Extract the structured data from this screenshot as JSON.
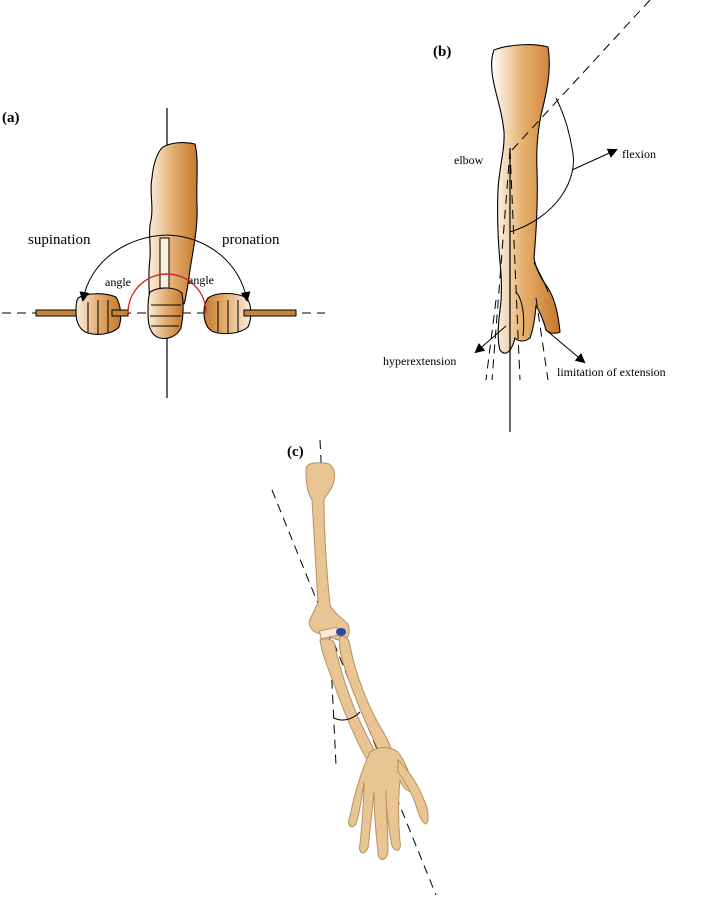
{
  "panels": {
    "a": {
      "label": "(a)",
      "supination": "supination",
      "pronation": "pronation",
      "angle_left": "angle",
      "angle_right": "angle"
    },
    "b": {
      "label": "(b)",
      "elbow": "elbow",
      "flexion": "flexion",
      "hyperextension": "hyperextension",
      "limitation": "limitation of extension"
    },
    "c": {
      "label": "(c)"
    }
  },
  "colors": {
    "skin_dark": "#c8853a",
    "skin_light": "#fbeedd",
    "bone": "#e9c594",
    "angle_arc": "#d22424",
    "joint": "#2b4aa8"
  }
}
